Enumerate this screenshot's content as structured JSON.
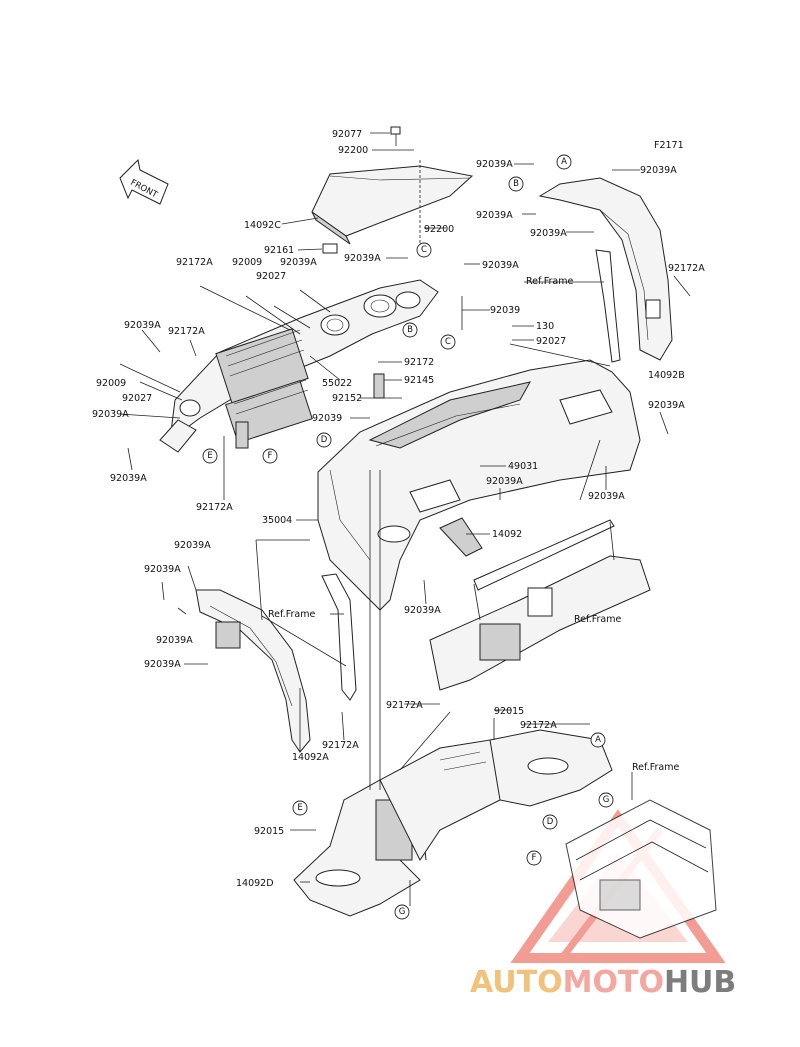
{
  "diagram": {
    "code": "F2171",
    "front_label": "FRONT",
    "labels": {
      "p92077": "92077",
      "p92200a": "92200",
      "p92200b": "92200",
      "p14092c": "14092C",
      "p92161": "92161",
      "p92172a_top": "92172A",
      "p92009_top": "92009",
      "p92039a_top": "92039A",
      "p92027_top": "92027",
      "p92039a_cl": "92039A",
      "p92039a_cr": "92039A",
      "p92039a_upper": "92039A",
      "p92039a_b": "92039A",
      "p92039a_a2": "92039A",
      "p92039a_rt": "92039A",
      "p92172a_rt": "92172A",
      "p14092b": "14092B",
      "refframe_rt": "Ref.Frame",
      "p92039": "92039",
      "p130": "130",
      "p92027_mid": "92027",
      "p92172_mid": "92172",
      "p92145": "92145",
      "p92152": "92152",
      "p92039_mid": "92039",
      "p55022": "55022",
      "p92039a_left1": "92039A",
      "p92172a_left1": "92172A",
      "p92009_left": "92009",
      "p92027_left": "92027",
      "p92039a_left2": "92039A",
      "p92039a_left3": "92039A",
      "p92172a_left2": "92172A",
      "p92039a_r2": "92039A",
      "p49031": "49031",
      "p92039a_m2": "92039A",
      "p92039a_r3": "92039A",
      "p35004": "35004",
      "p14092": "14092",
      "p92039a_l4": "92039A",
      "p92039a_l5": "92039A",
      "refframe_mid": "Ref.Frame",
      "p92039a_l6": "92039A",
      "p92039a_l7": "92039A",
      "p92039a_m3": "92039A",
      "refframe_r": "Ref.Frame",
      "p92172a_l8": "92172A",
      "p14092a": "14092A",
      "p92172a_b1": "92172A",
      "p92015_b": "92015",
      "p92172a_b2": "92172A",
      "refframe_b": "Ref.Frame",
      "p92015_l": "92015",
      "p14092d": "14092D"
    },
    "callouts": {
      "A": "A",
      "B": "B",
      "C": "C",
      "D": "D",
      "E": "E",
      "F": "F",
      "G": "G"
    }
  },
  "watermark": {
    "part1": "AUTOMOTO",
    "part2": "HUB",
    "color_primary": "#f4a7a0",
    "color_secondary": "#f2c27a",
    "color_hub": "#7d7d7d"
  }
}
